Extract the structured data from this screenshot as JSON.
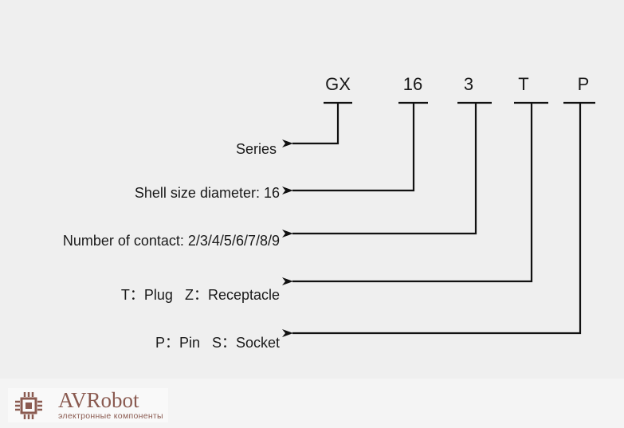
{
  "code_parts": [
    "GX",
    "16",
    "3",
    "T",
    "P"
  ],
  "labels": {
    "series": "Series",
    "shell": "Shell size diameter: 16",
    "contacts": "Number of contact: 2/3/4/5/6/7/8/9",
    "plug": "T：Plug   Z：Receptacle",
    "pin": "P：Pin   S：Socket"
  },
  "logo": {
    "name": "AVRobot",
    "subtitle": "электронные компоненты",
    "icon": "chip-icon",
    "color": "#8a5a50"
  }
}
